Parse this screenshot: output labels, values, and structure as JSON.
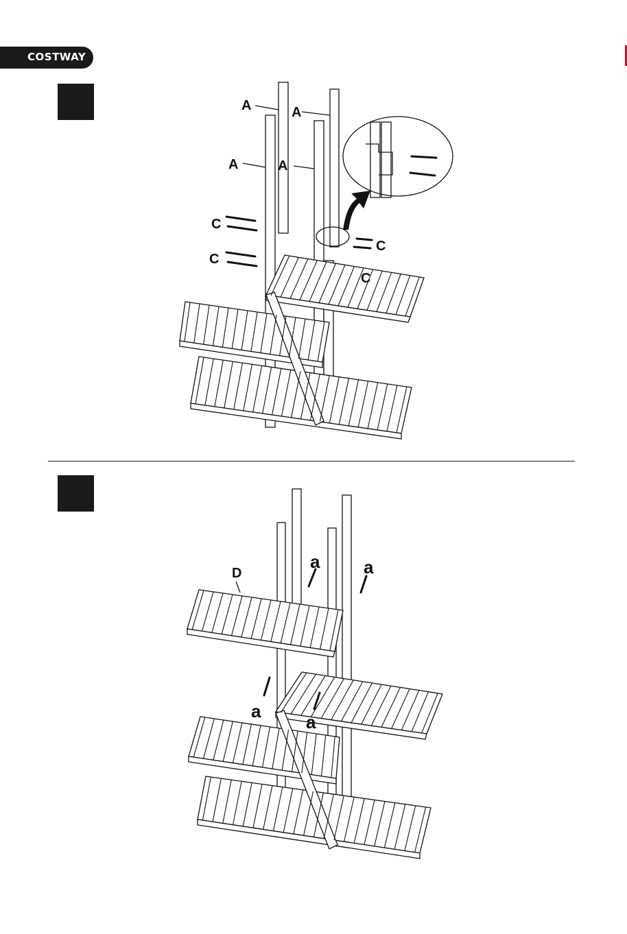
{
  "header": {
    "brand": "COSTWAY",
    "accent_color": "#c8102e"
  },
  "steps": [
    {
      "number": "",
      "labels": {
        "leg": "A",
        "bolt": "C"
      },
      "note": "detail-callout-magnifier"
    },
    {
      "number": "",
      "labels": {
        "shelf": "D",
        "screw": "a"
      }
    }
  ]
}
